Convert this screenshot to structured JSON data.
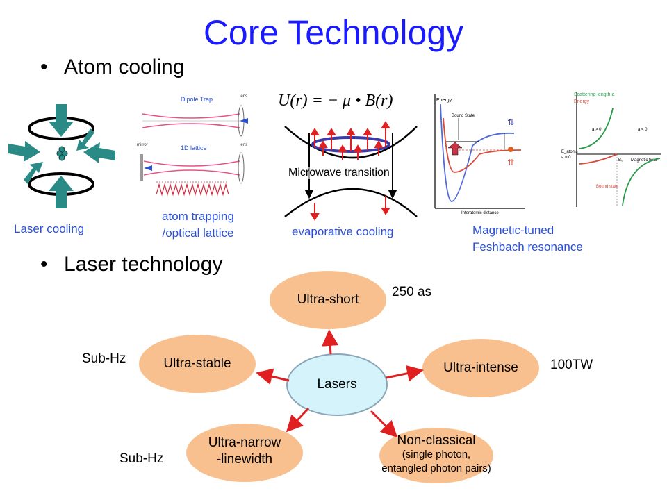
{
  "title": "Core Technology",
  "bullets": {
    "atom_cooling": "Atom cooling",
    "laser_technology": "Laser technology"
  },
  "bullet_glyph": "•",
  "atom_figures": {
    "laser_cooling_caption": "Laser cooling",
    "trapping_caption_line1": "atom trapping",
    "trapping_caption_line2": "/optical lattice",
    "dipole_trap_label": "Dipole Trap",
    "lattice_label": "1D lattice",
    "lens_label": "lens",
    "mirror_label": "mirror",
    "potential_formula": "U(r) = − μ • B(r)",
    "microwave_label": "Microwave transition",
    "evaporative_caption": "evaporative cooling",
    "feshbach_caption_line1": "Magnetic-tuned",
    "feshbach_caption_line2": "Feshbach resonance",
    "energy_label": "Energy",
    "bound_state_label": "Bound State",
    "interatomic_label": "Interatomic distance",
    "scattering_label": "Scattering length a",
    "energy_label_2": "Energy",
    "a_pos_label": "a > 0",
    "a_neg_label": "a < 0",
    "a_zero_label": "a = 0",
    "e_atoms_label": "E_atoms",
    "b0_label": "B₀",
    "magnetic_field_label": "Magnetic field",
    "bound_state_label_2": "Bound state"
  },
  "laser_diagram": {
    "center": "Lasers",
    "nodes": {
      "ultra_short": "Ultra-short",
      "ultra_stable": "Ultra-stable",
      "ultra_intense": "Ultra-intense",
      "ultra_narrow_line1": "Ultra-narrow",
      "ultra_narrow_line2": "-linewidth",
      "non_classical_line1": "Non-classical",
      "non_classical_line2": "(single photon,",
      "non_classical_line3": "entangled photon pairs)"
    },
    "annotations": {
      "ultra_short_value": "250 as",
      "ultra_stable_value": "Sub-Hz",
      "ultra_intense_value": "100TW",
      "ultra_narrow_value": "Sub-Hz"
    }
  },
  "colors": {
    "title": "#1a1aff",
    "caption": "#2a4fd9",
    "node_fill": "#f9c08f",
    "center_fill": "#d4f3fb",
    "arrow": "#e02020",
    "teal_arrow": "#2a8a86",
    "pink_beam": "#e8508a"
  }
}
